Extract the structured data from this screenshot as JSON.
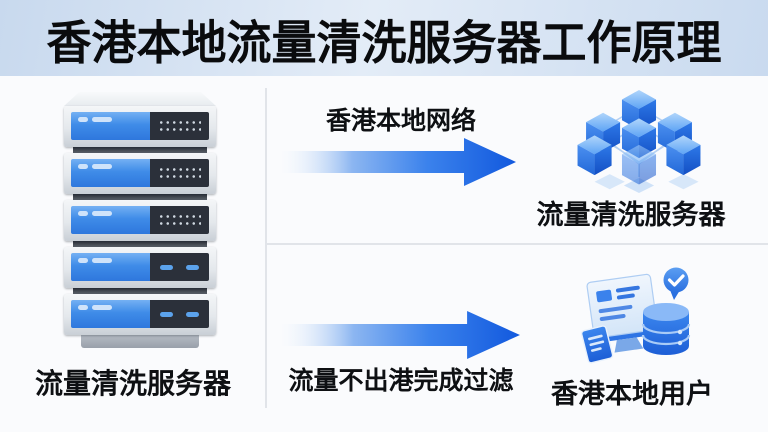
{
  "title": "香港本地流量清洗服务器工作原理",
  "left": {
    "caption": "流量清洗服务器",
    "illustration": "server-rack-5-units"
  },
  "flows": {
    "top": {
      "label": "香港本地网络",
      "target": "流量清洗服务器",
      "icon": "cube-network-icon"
    },
    "bottom": {
      "label": "流量不出港完成过滤",
      "target": "香港本地用户",
      "icon": "user-database-icon"
    }
  },
  "colors": {
    "banner_edge": "#c8d9ee",
    "banner_center": "#e3ecf7",
    "content_bg": "#fafbfd",
    "divider": "#e1e4e9",
    "arrow_deep_blue": "#1259de",
    "arrow_light": "#f0f6fd",
    "server_panel_blue": "#3f8ce8",
    "server_panel_dark": "#2b303a",
    "icon_blue": "#2e74e4",
    "text": "#0e1013"
  }
}
